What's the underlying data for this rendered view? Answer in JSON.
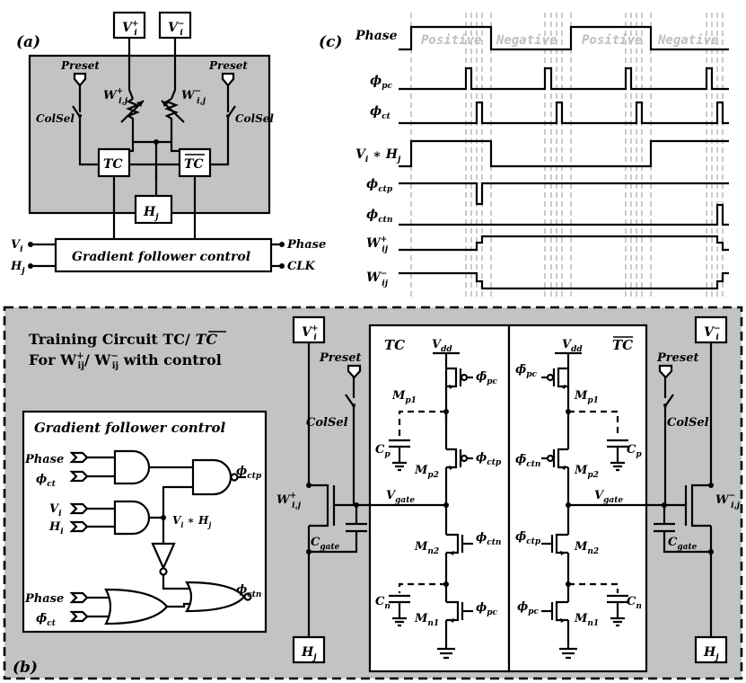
{
  "panel_a": {
    "label": "(a)",
    "vi_plus": "V",
    "vi_plus_sub": "i",
    "vi_plus_sup": "+",
    "vi_minus": "V",
    "vi_minus_sub": "i",
    "vi_minus_sup": "−",
    "preset": "Preset",
    "colsel": "ColSel",
    "w_plus": "W",
    "w_plus_sub": "i,j",
    "w_plus_sup": "+",
    "w_minus": "W",
    "w_minus_sub": "i,j",
    "w_minus_sup": "−",
    "tc": "TC",
    "tc_bar": "TC",
    "hj": "H",
    "hj_sub": "j",
    "gfc": "Gradient follower control",
    "in_vi": "V",
    "in_vi_sub": "i",
    "in_hj": "H",
    "in_hj_sub": "j",
    "out_phase": "Phase",
    "out_clk": "CLK"
  },
  "panel_c": {
    "label": "(c)",
    "phase": "Phase",
    "phase_states": [
      "Positive",
      "Negative",
      "Positive",
      "Negative"
    ],
    "signals": [
      {
        "base": "ϕ",
        "sub": "pc"
      },
      {
        "base": "ϕ",
        "sub": "ct"
      },
      {
        "base": "V",
        "sub": "i",
        "mid": " ∗ H",
        "sub2": "j"
      },
      {
        "base": "ϕ",
        "sub": "ctp"
      },
      {
        "base": "ϕ",
        "sub": "ctn"
      },
      {
        "base": "W",
        "sub": "ij",
        "sup": "+"
      },
      {
        "base": "W",
        "sub": "ij",
        "sup": "−"
      }
    ]
  },
  "panel_b": {
    "label": "(b)",
    "title_line1": "Training Circuit TC/ ",
    "title_tcbar": "TC",
    "title_line2_a": "For W",
    "title_line2_sub1": "ij",
    "title_line2_sup1": "+",
    "title_line2_b": "/ W",
    "title_line2_sub2": "ij",
    "title_line2_sup2": "−",
    "title_line2_c": " with control",
    "gfc_title": "Gradient follower control",
    "in_phase": "Phase",
    "in_phi_ct": "ϕ",
    "in_phi_ct_sub": "ct",
    "in_vi": "V",
    "in_vi_sub": "i",
    "in_hi": "H",
    "in_hi_sub": "i",
    "in_phase2": "Phase",
    "in_phibar_ct": "ϕ̄",
    "in_phibar_ct_sub": "ct",
    "out_ctp": "ϕ",
    "out_ctp_sub": "ctp",
    "out_ctn": "ϕ",
    "out_ctn_sub": "ctn",
    "vih": "V",
    "vih_sub": "i",
    "vih_mid": " ∗ H",
    "vih_sub2": "j",
    "vi_plus": "V",
    "vi_plus_sub": "i",
    "vi_plus_sup": "+",
    "vi_minus": "V",
    "vi_minus_sub": "i",
    "vi_minus_sup": "−",
    "preset": "Preset",
    "colsel": "ColSel",
    "w_plus": "W",
    "w_plus_sub": "i,j",
    "w_plus_sup": "+",
    "w_minus": "W",
    "w_minus_sub": "i,j",
    "w_minus_sup": "−",
    "cgate": "C",
    "cgate_sub": "gate",
    "hj": "H",
    "hj_sub": "j",
    "tc": "TC",
    "tc_bar": "TC",
    "vdd": "V",
    "vdd_sub": "dd",
    "vgate": "V",
    "vgate_sub": "gate",
    "mp1": "M",
    "mp1_sub": "p1",
    "mp2": "M",
    "mp2_sub": "p2",
    "mn2": "M",
    "mn2_sub": "n2",
    "mn1": "M",
    "mn1_sub": "n1",
    "cp": "C",
    "cp_sub": "p",
    "cn": "C",
    "cn_sub": "n",
    "phibar_pc": "ϕ̄",
    "phibar_pc_sub": "pc",
    "phi_ctp": "ϕ",
    "phi_ctp_sub": "ctp",
    "phi_ctn": "ϕ",
    "phi_ctn_sub": "ctn",
    "phi_pc": "ϕ",
    "phi_pc_sub": "pc",
    "phibar_ctn": "ϕ̄",
    "phibar_ctn_sub": "ctn",
    "phibar_ctp": "ϕ̄",
    "phibar_ctp_sub": "ctp"
  },
  "colors": {
    "panel_gray": "#c3c3c3",
    "phase_label": "#bfbfbf",
    "guide": "#a8a8a8"
  }
}
